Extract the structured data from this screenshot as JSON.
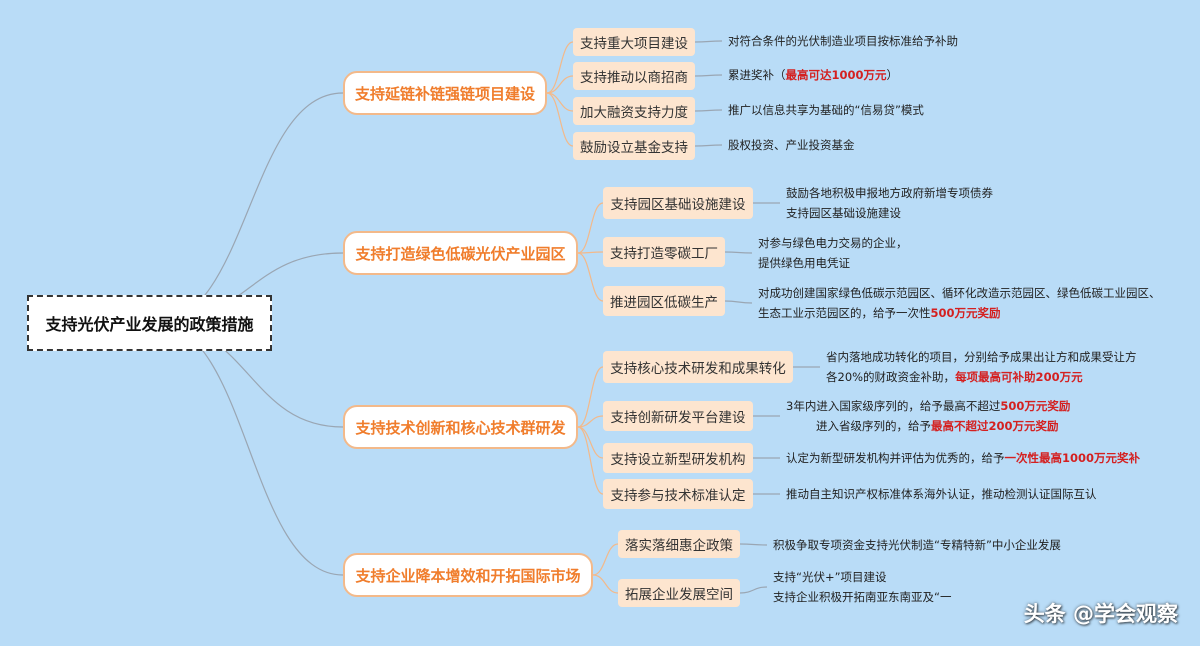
{
  "root": {
    "label": "支持光伏产业发展的政策措施"
  },
  "branches": [
    {
      "label": "支持延链补链强链项目建设",
      "subs": [
        {
          "label": "支持重大项目建设",
          "leaf": [
            [
              {
                "t": "对符合条件的光伏制造业项目按标准给予补助"
              }
            ]
          ]
        },
        {
          "label": "支持推动以商招商",
          "leaf": [
            [
              {
                "t": "累进奖补（"
              },
              {
                "t": "最高可达1000万元",
                "hl": true
              },
              {
                "t": "）"
              }
            ]
          ]
        },
        {
          "label": "加大融资支持力度",
          "leaf": [
            [
              {
                "t": "推广以信息共享为基础的“信易贷”模式"
              }
            ]
          ]
        },
        {
          "label": "鼓励设立基金支持",
          "leaf": [
            [
              {
                "t": "股权投资、产业投资基金"
              }
            ]
          ]
        }
      ]
    },
    {
      "label": "支持打造绿色低碳光伏产业园区",
      "subs": [
        {
          "label": "支持园区基础设施建设",
          "leaf": [
            [
              {
                "t": "鼓励各地积极申报地方政府新增专项债券"
              }
            ],
            [
              {
                "t": "支持园区基础设施建设"
              }
            ]
          ]
        },
        {
          "label": "支持打造零碳工厂",
          "leaf": [
            [
              {
                "t": "对参与绿色电力交易的企业，"
              }
            ],
            [
              {
                "t": "提供绿色用电凭证"
              }
            ]
          ]
        },
        {
          "label": "推进园区低碳生产",
          "leaf": [
            [
              {
                "t": "对成功创建国家绿色低碳示范园区、循环化改造示范园区、绿色低碳工业园区、"
              }
            ],
            [
              {
                "t": "生态工业示范园区的，给予一次性"
              },
              {
                "t": "500万元奖励",
                "hl": true
              }
            ]
          ]
        }
      ]
    },
    {
      "label": "支持技术创新和核心技术群研发",
      "subs": [
        {
          "label": "支持核心技术研发和成果转化",
          "leaf": [
            [
              {
                "t": "省内落地成功转化的项目，分别给予成果出让方和成果受让方"
              }
            ],
            [
              {
                "t": "各20%的财政资金补助，"
              },
              {
                "t": "每项最高可补助200万元",
                "hl": true
              }
            ]
          ]
        },
        {
          "label": "支持创新研发平台建设",
          "leaf": [
            [
              {
                "t": "3年内进入国家级序列的，给予最高不超过"
              },
              {
                "t": "500万元奖励",
                "hl": true
              }
            ],
            [
              {
                "t": "进入省级序列的，给予"
              },
              {
                "t": "最高不超过200万元奖励",
                "hl": true
              }
            ]
          ]
        },
        {
          "label": "支持设立新型研发机构",
          "leaf": [
            [
              {
                "t": "认定为新型研发机构并评估为优秀的，给予"
              },
              {
                "t": "一次性最高1000万元奖补",
                "hl": true
              }
            ]
          ]
        },
        {
          "label": "支持参与技术标准认定",
          "leaf": [
            [
              {
                "t": "推动自主知识产权标准体系海外认证，推动检测认证国际互认"
              }
            ]
          ]
        }
      ]
    },
    {
      "label": "支持企业降本增效和开拓国际市场",
      "subs": [
        {
          "label": "落实落细惠企政策",
          "leaf": [
            [
              {
                "t": "积极争取专项资金支持光伏制造“专精特新”中小企业发展"
              }
            ]
          ]
        },
        {
          "label": "拓展企业发展空间",
          "leaf": [
            [
              {
                "t": "支持“光伏+”项目建设"
              }
            ],
            [
              {
                "t": "支持企业积极开拓南亚东南亚及“一"
              }
            ]
          ]
        }
      ]
    }
  ],
  "watermark": "头条 @学会观察",
  "colors": {
    "background": "#b9dcf7",
    "branch_text": "#f07d2c",
    "branch_border": "#f3b98a",
    "sub_fill": "#fde5cf",
    "highlight": "#d42020",
    "connector": "#9aa6b3"
  }
}
